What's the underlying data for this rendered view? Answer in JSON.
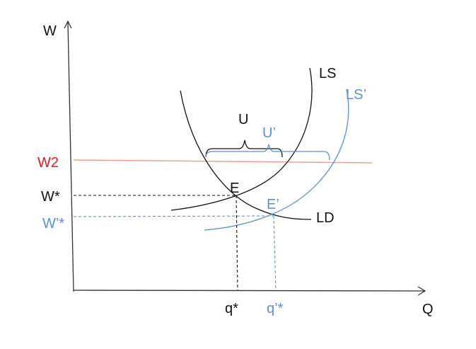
{
  "labels": {
    "y_axis": "W",
    "x_axis": "Q",
    "ls": "LS",
    "ls_prime": "LS’",
    "ld": "LD",
    "u": "U",
    "u_prime": "U’",
    "w2": "W2",
    "w_star": "W*",
    "w_prime_star": "W’*",
    "e": "E",
    "e_prime": "E’",
    "q_star": "q*",
    "q_prime_star": "q’*"
  },
  "colors": {
    "black": "#111111",
    "blue": "#5b8fd4",
    "red": "#e8141c",
    "red_line": "#f0a090"
  }
}
